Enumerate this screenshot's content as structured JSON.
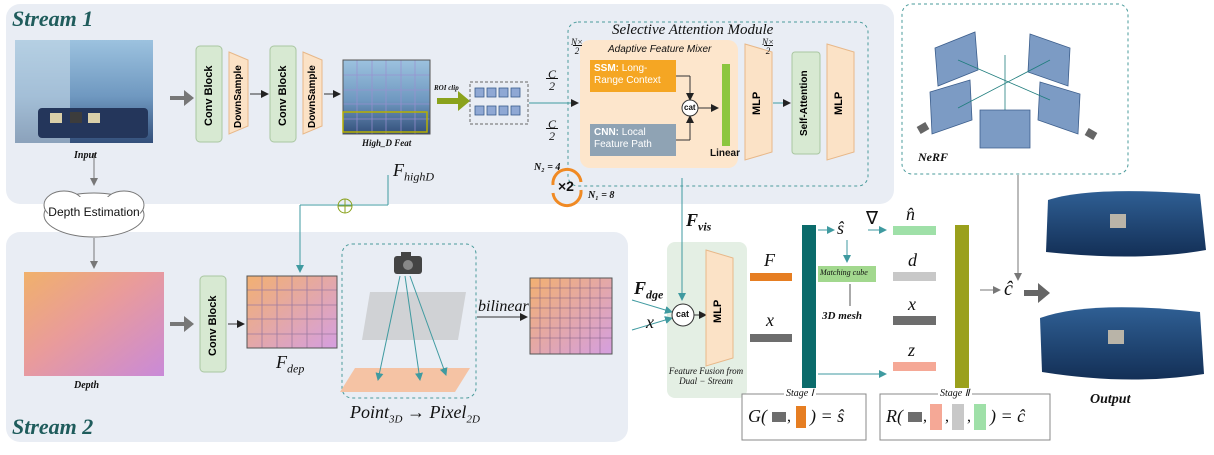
{
  "streams": {
    "stream1": "Stream 1",
    "stream2": "Stream 2"
  },
  "stream1": {
    "input_label": "Input",
    "conv_block": "Conv Block",
    "downsample": "DownSample",
    "conv_block_2": "Conv Block",
    "downsample_2": "DownSample",
    "high_d_feat": "High_D Feat",
    "roi_clip": "ROI clip",
    "f_high": "F",
    "f_high_sub": "highD"
  },
  "sam": {
    "title": "Selective Attention Module",
    "afm_title": "Adaptive Feature Mixer",
    "ssm_bold": "SSM:",
    "ssm_text": " Long-Range Context",
    "cnn_bold": "CNN:",
    "cnn_text": " Local Feature Path",
    "cat": "cat",
    "linear": "Linear",
    "mlp1": "MLP",
    "self_attention": "Self-Attention",
    "mlp2": "MLP",
    "n_over_2_a": "N",
    "n_over_2_b": "N",
    "times": "×",
    "c_over_2_top": "C",
    "c_over_2_bot": "C",
    "two": "2",
    "n2": "N₂ = 4",
    "n1": "N₁ = 8",
    "x2": "×2"
  },
  "depth": {
    "estimation": "Depth Estimation",
    "depth_label": "Depth",
    "conv_block": "Conv Block",
    "f_dep": "F",
    "f_dep_sub": "dep",
    "bilinear": "bilinear",
    "point3d": "Point",
    "point3d_sub": "3D",
    "arrow": "→",
    "pixel2d": "Pixel",
    "pixel2d_sub": "2D"
  },
  "fusion": {
    "f_vis": "F",
    "f_vis_sub": "vis",
    "f_dge": "F",
    "f_dge_sub": "dge",
    "x": "x",
    "cat": "cat",
    "mlp": "MLP",
    "caption": "Feature Fusion from Dual − Stream"
  },
  "decoder": {
    "F": "F",
    "x": "x",
    "s_hat": "ŝ",
    "nabla": "∇",
    "n_hat": "n̂",
    "matching_cube": "Matching cube",
    "mesh": "3D mesh",
    "d": "d",
    "x2": "x",
    "z": "z",
    "c_hat": "ĉ",
    "stage1": "Stage Ⅰ",
    "stage2": "Stage Ⅱ",
    "g_eq_left": "G(",
    "g_eq_right": ") = ŝ",
    "r_eq_left": "R(",
    "r_eq_right": ") = ĉ",
    "comma": ","
  },
  "nerf": {
    "label": "NeRF"
  },
  "output": {
    "label": "Output"
  },
  "colors": {
    "stream_bg": "#e9edf4",
    "conv_green": "#d7e9d2",
    "downsample_orange": "#fbe2c6",
    "afm_bg": "#fde6cc",
    "ssm_orange": "#f5a623",
    "cnn_gray": "#8fa3b4",
    "linear_green": "#8cc63f",
    "teal_bar": "#0b6b6b",
    "olive_bar": "#9aa01c",
    "orange_bar": "#e67e22",
    "dark_gray_bar": "#6d6d6d",
    "mint_bar": "#9fe0a8",
    "salmon_bar": "#f5a896",
    "light_gray_bar": "#c8c8c8",
    "dashed_teal": "#4a9b9b"
  }
}
